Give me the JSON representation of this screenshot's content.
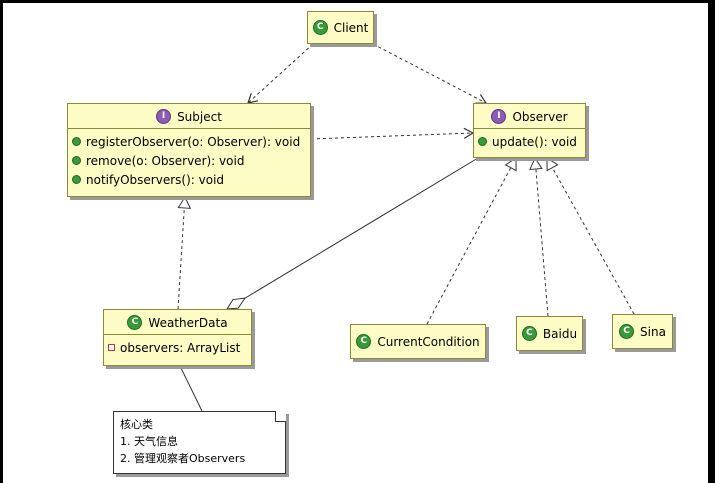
{
  "classes": {
    "client": {
      "name": "Client",
      "badge": "C"
    },
    "subject": {
      "name": "Subject",
      "badge": "I",
      "methods": [
        "registerObserver(o: Observer): void",
        "remove(o: Observer): void",
        "notifyObservers(): void"
      ]
    },
    "observer": {
      "name": "Observer",
      "badge": "I",
      "methods": [
        "update(): void"
      ]
    },
    "weather_data": {
      "name": "WeatherData",
      "badge": "C",
      "fields": [
        "observers: ArrayList"
      ]
    },
    "current_condition": {
      "name": "CurrentCondition",
      "badge": "C"
    },
    "baidu": {
      "name": "Baidu",
      "badge": "C"
    },
    "sina": {
      "name": "Sina",
      "badge": "C"
    }
  },
  "note": {
    "lines": [
      "核心类",
      "1. 天气信息",
      "2. 管理观察者Observers"
    ]
  },
  "colors": {
    "class_fill": "#fcfcc4",
    "class_border": "#8a8a3a",
    "class_badge": "#3a9a3a",
    "interface_badge": "#8e5bb5"
  }
}
